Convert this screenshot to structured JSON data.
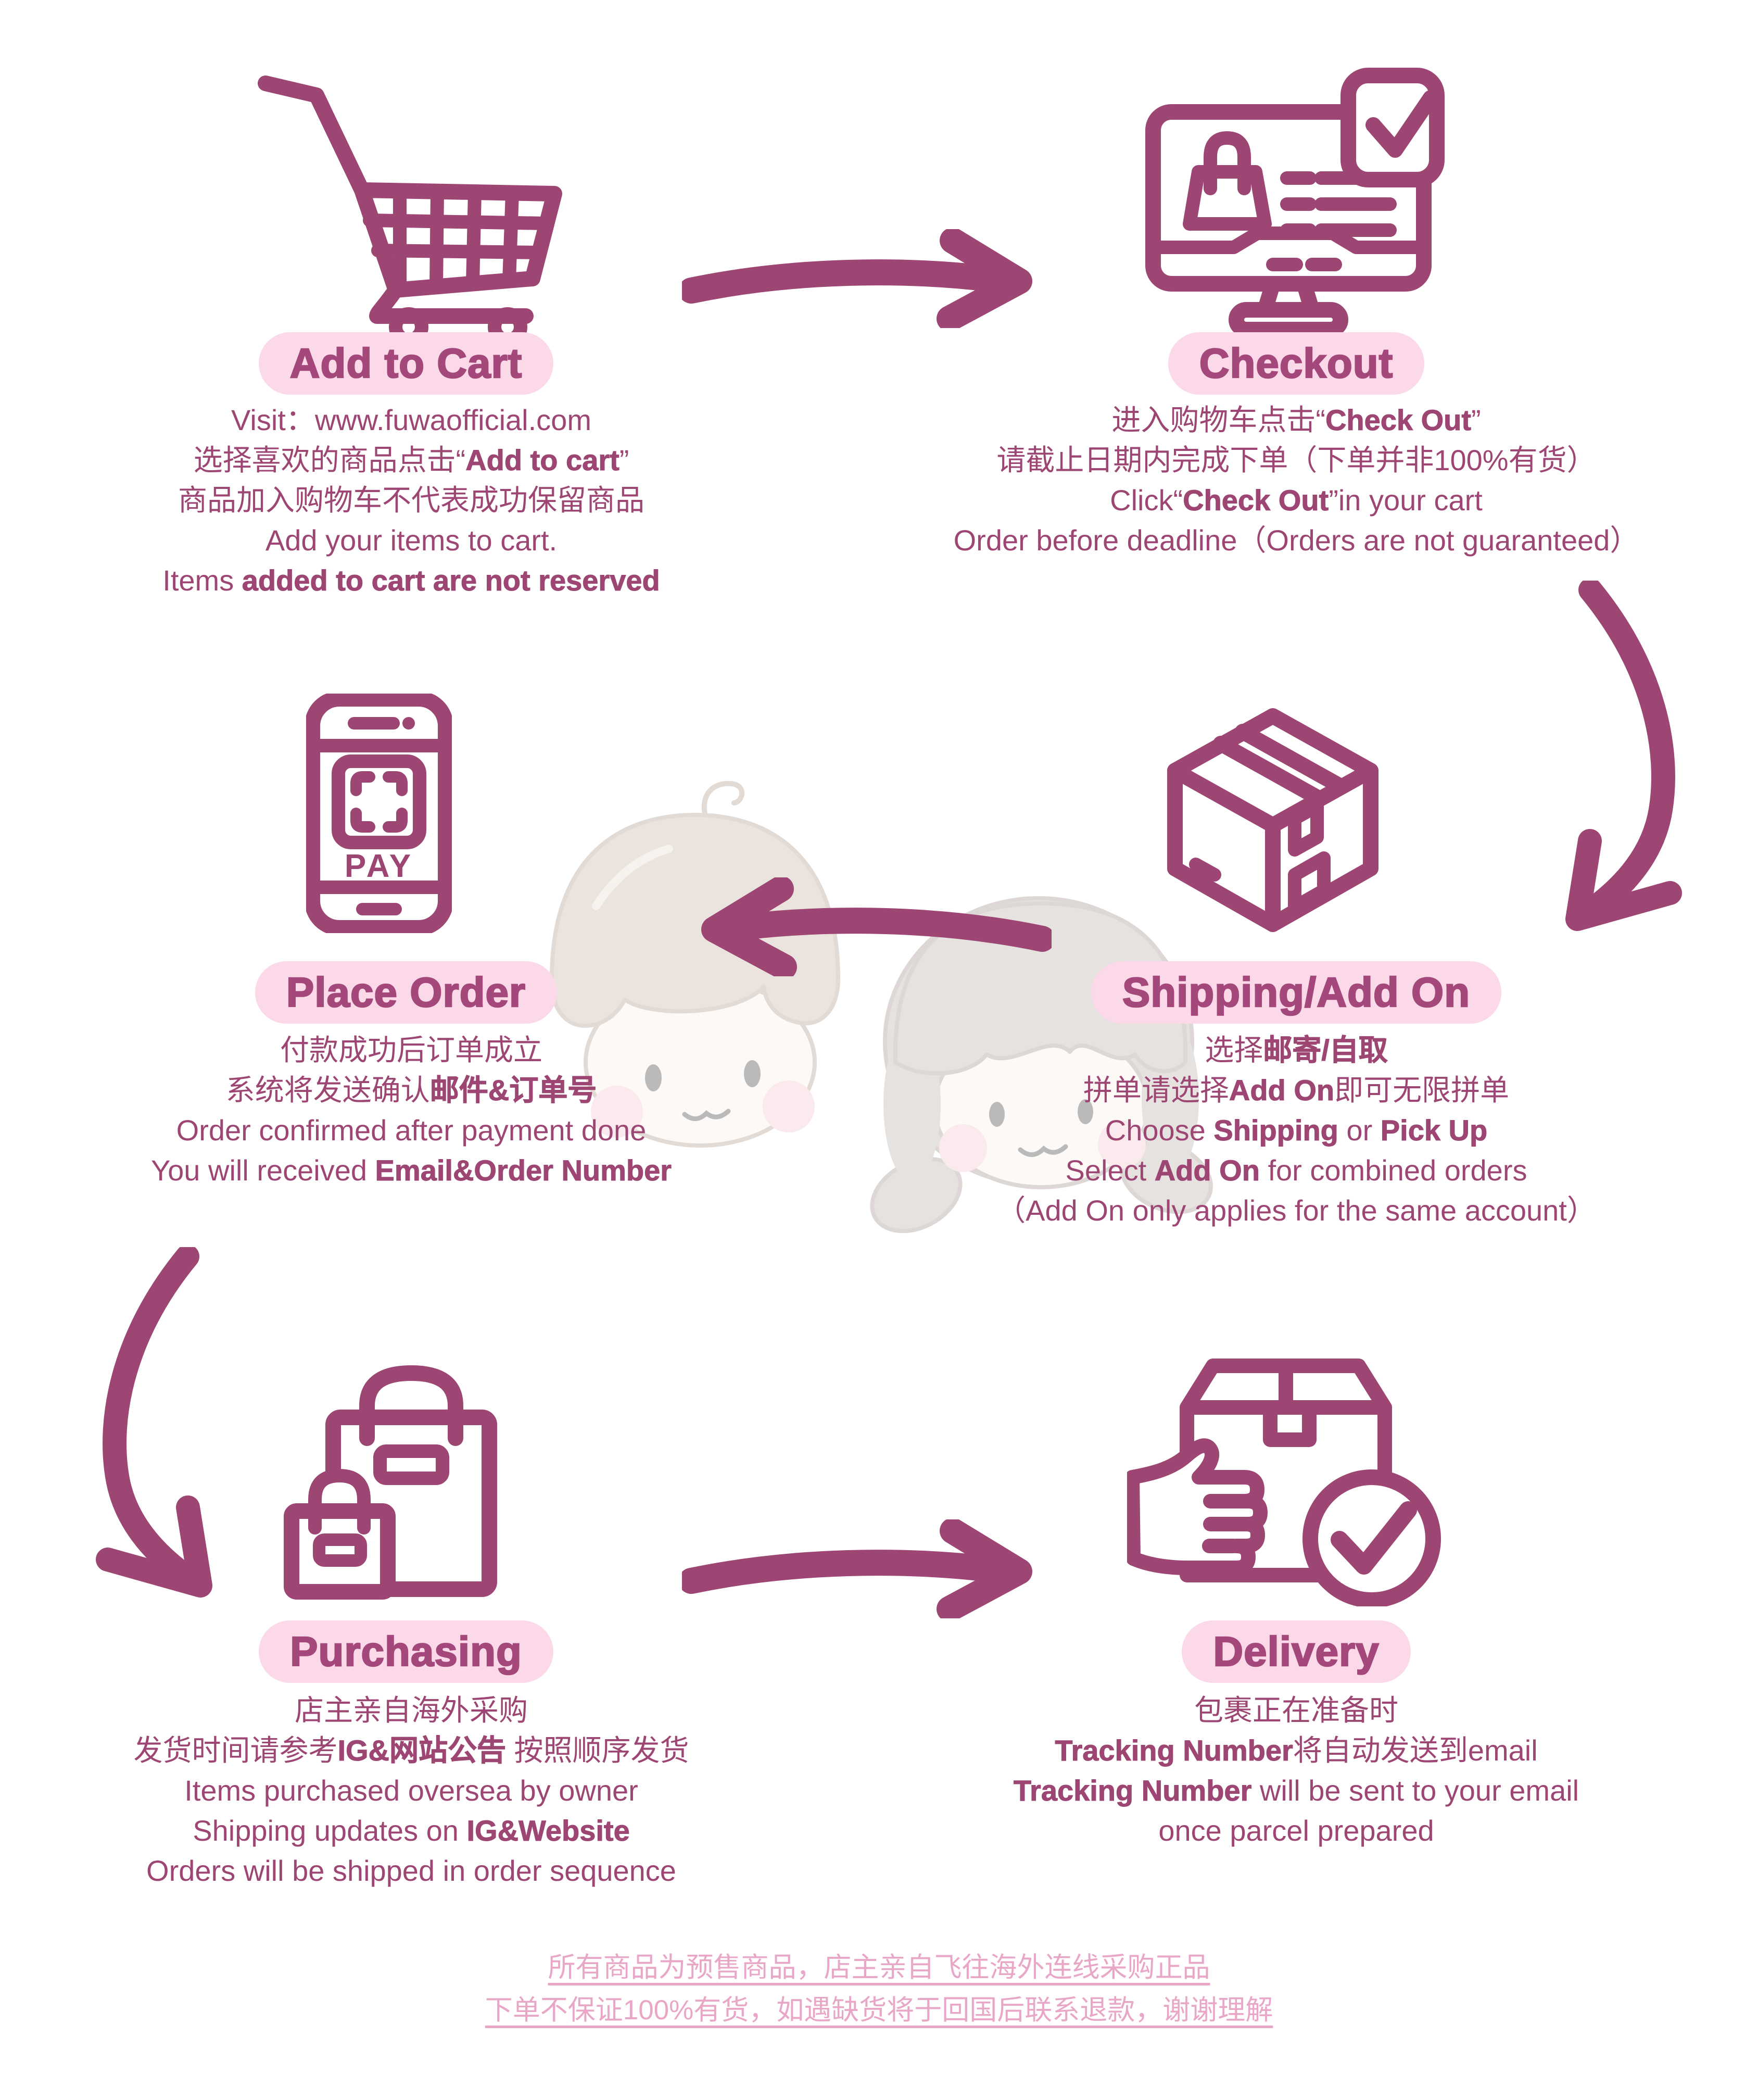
{
  "colors": {
    "maroon": "#9d4673",
    "heading": "#a4487b",
    "pillBg": "#fbd9e9",
    "footerPink": "#e9a7c8"
  },
  "steps": [
    {
      "id": "add-to-cart",
      "title": "Add to Cart",
      "icon": "shopping-cart-icon",
      "lines": [
        [
          {
            "t": "Visit：www.fuwaofficial.com"
          }
        ],
        [
          {
            "t": "选择喜欢的商品点击“"
          },
          {
            "t": "Add to cart",
            "b": true
          },
          {
            "t": "”"
          }
        ],
        [
          {
            "t": "商品加入购物车不代表成功保留商品"
          }
        ],
        [
          {
            "t": "Add your items to cart."
          }
        ],
        [
          {
            "t": "Items "
          },
          {
            "t": "added to cart are not reserved",
            "b": true
          }
        ]
      ]
    },
    {
      "id": "checkout",
      "title": "Checkout",
      "icon": "online-checkout-icon",
      "lines": [
        [
          {
            "t": "进入购物车点击“"
          },
          {
            "t": "Check Out",
            "b": true
          },
          {
            "t": "”"
          }
        ],
        [
          {
            "t": "请截止日期内完成下单（下单并非100%有货）"
          }
        ],
        [
          {
            "t": "Click“"
          },
          {
            "t": "Check Out",
            "b": true
          },
          {
            "t": "”in your cart"
          }
        ],
        [
          {
            "t": "Order before deadline（Orders are not guaranteed）"
          }
        ]
      ]
    },
    {
      "id": "place-order",
      "title": "Place Order",
      "icon": "phone-pay-icon",
      "lines": [
        [
          {
            "t": "付款成功后订单成立"
          }
        ],
        [
          {
            "t": "系统将发送确认"
          },
          {
            "t": "邮件&订单号",
            "b": true
          }
        ],
        [
          {
            "t": "Order confirmed after payment done"
          }
        ],
        [
          {
            "t": "You will received "
          },
          {
            "t": "Email&Order Number",
            "b": true
          }
        ]
      ]
    },
    {
      "id": "shipping-add-on",
      "title": "Shipping/Add On",
      "icon": "parcel-box-icon",
      "lines": [
        [
          {
            "t": "选择"
          },
          {
            "t": "邮寄/自取",
            "b": true
          }
        ],
        [
          {
            "t": "拼单请选择"
          },
          {
            "t": "Add On",
            "b": true
          },
          {
            "t": "即可无限拼单"
          }
        ],
        [
          {
            "t": "Choose "
          },
          {
            "t": "Shipping",
            "b": true
          },
          {
            "t": " or "
          },
          {
            "t": "Pick Up",
            "b": true
          }
        ],
        [
          {
            "t": "Select "
          },
          {
            "t": "Add On",
            "b": true
          },
          {
            "t": " for combined orders"
          }
        ],
        [
          {
            "t": "（Add On only applies for the same account）"
          }
        ]
      ]
    },
    {
      "id": "purchasing",
      "title": "Purchasing",
      "icon": "shopping-bags-icon",
      "lines": [
        [
          {
            "t": "店主亲自海外采购"
          }
        ],
        [
          {
            "t": "发货时间请参考"
          },
          {
            "t": "IG&网站公告",
            "b": true
          },
          {
            "t": " 按照顺序发货"
          }
        ],
        [
          {
            "t": "Items purchased oversea by owner"
          }
        ],
        [
          {
            "t": "Shipping updates on "
          },
          {
            "t": "IG&Website",
            "b": true
          }
        ],
        [
          {
            "t": "Orders will be shipped in order sequence"
          }
        ]
      ]
    },
    {
      "id": "delivery",
      "title": "Delivery",
      "icon": "delivery-hand-box-icon",
      "lines": [
        [
          {
            "t": "包裹正在准备时"
          }
        ],
        [
          {
            "t": "Tracking Number",
            "b": true
          },
          {
            "t": "将自动发送到email"
          }
        ],
        [
          {
            "t": "Tracking Number",
            "b": true
          },
          {
            "t": " will be sent to your email"
          }
        ],
        [
          {
            "t": "once parcel prepared"
          }
        ]
      ]
    }
  ],
  "phone_screen_label": "PAY",
  "footer": {
    "lines": [
      [
        {
          "t": "所有商品为预售商品，店主亲自飞往海外连线采购正品"
        }
      ],
      [
        {
          "t": "下单不保证100%有货，如遇缺货将于回国后联系退款，谢谢理解"
        }
      ]
    ]
  }
}
